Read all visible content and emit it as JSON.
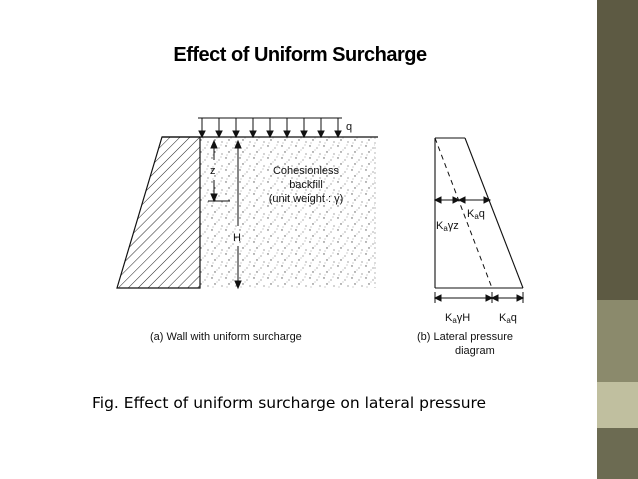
{
  "slide": {
    "title": "Effect of Uniform Surcharge",
    "caption": "Fig. Effect of uniform surcharge on lateral pressure"
  },
  "diagram_a": {
    "surcharge_label": "q",
    "depth_label": "z",
    "height_label": "H",
    "backfill_line1": "Cohesionless",
    "backfill_line2": "backfill",
    "backfill_line3": "(unit weight : γ)",
    "caption": "(a) Wall with uniform surcharge"
  },
  "diagram_b": {
    "label_kaz": "Kaγz",
    "label_kaq": "Kaq",
    "label_kah_bottom": "KaγH",
    "label_kaq_bottom": "Kaq",
    "caption_line1": "(b) Lateral pressure",
    "caption_line2": "diagram"
  },
  "colors": {
    "sidebar_top": "#5d5a43",
    "sidebar_mid": "#8b8a6c",
    "sidebar_light": "#c0bf9f",
    "sidebar_dark": "#6c6b52"
  }
}
